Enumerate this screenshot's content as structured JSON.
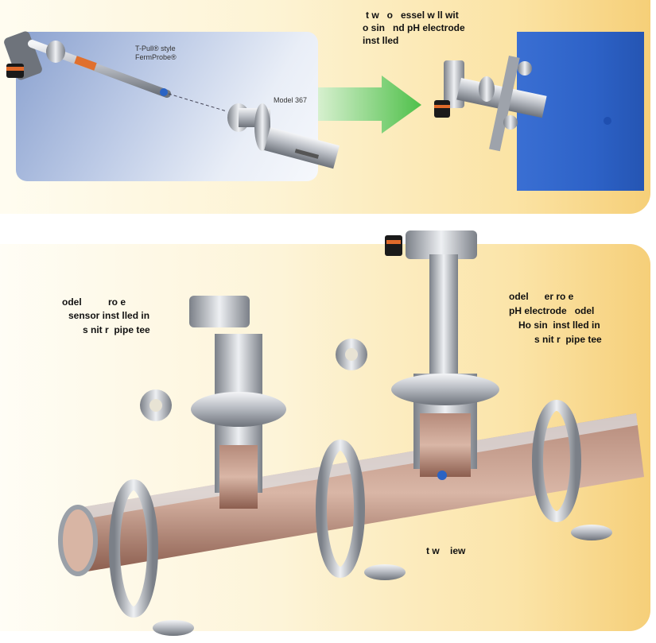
{
  "top": {
    "probe_name_line1": "T-Pull® style",
    "probe_name_line2": "FermProbe®",
    "model_label": "Model 367",
    "caption_line1": "t w   o   essel w ll wit",
    "caption_line2": "o sin   nd pH electrode",
    "caption_line3": "inst lled"
  },
  "bottom": {
    "left_caption_line1": "odel          ro e",
    "left_caption_line2": "sensor inst lled in",
    "left_caption_line3": "s nit r  pipe tee",
    "right_caption_line1": "odel      er ro e",
    "right_caption_line2": "pH electrode   odel",
    "right_caption_line3": "Ho sin  inst lled in",
    "right_caption_line4": "s nit r  pipe tee",
    "view_caption": "t w    iew"
  },
  "colors": {
    "arrow_green": "#4fc04a",
    "vessel_blue": "#2f64c9",
    "panel_yellow": "#fbe3a4"
  }
}
